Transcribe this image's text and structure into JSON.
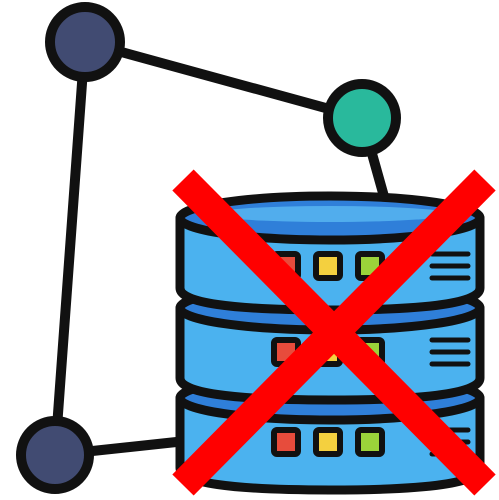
{
  "graphic": {
    "subject": "network-database-disconnected",
    "icons": [
      "network-graph-icon",
      "database-server-icon",
      "cross-icon"
    ]
  },
  "colors": {
    "outline": "#111111",
    "node_dark": "#414b72",
    "node_teal": "#29b99c",
    "server_top": "#2f7fd9",
    "server_body": "#4bb2ef",
    "server_highlight": "#d8f0ff",
    "light_red": "#e74c3c",
    "light_yellow": "#f4d03f",
    "light_green": "#9bd33a",
    "cross": "#ff0000"
  },
  "server": {
    "units": 3,
    "lights_per_unit": [
      "red",
      "yellow",
      "green"
    ]
  }
}
